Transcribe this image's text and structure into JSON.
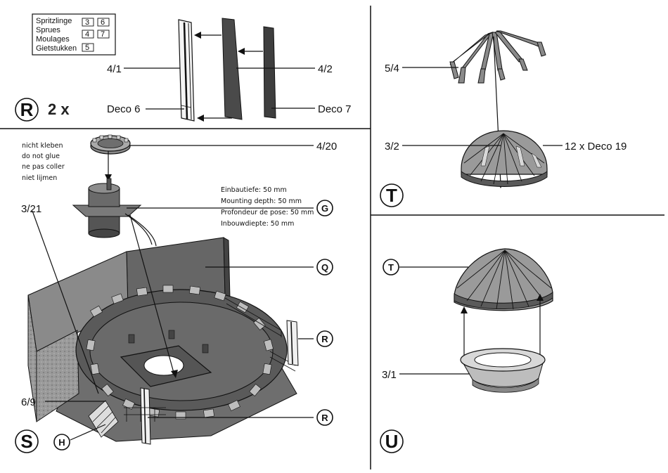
{
  "sprue_box": {
    "lines": [
      "Spritzlinge",
      "Sprues",
      "Moulages",
      "Gietstukken"
    ],
    "numbers": [
      "3",
      "6",
      "4",
      "7",
      "5"
    ]
  },
  "panel_r": {
    "step": "R",
    "multiplier": "2 x",
    "labels": {
      "part_a": "4/1",
      "part_b": "4/2",
      "deco_a": "Deco 6",
      "deco_b": "Deco 7"
    }
  },
  "panel_s": {
    "step": "S",
    "warning": [
      "nicht kleben",
      "do not glue",
      "ne pas coller",
      "niet lijmen"
    ],
    "mounting": [
      "Einbautiefe: 50 mm",
      "Mounting depth: 50 mm",
      "Profondeur de pose: 50 mm",
      "Inbouwdiepte: 50 mm"
    ],
    "labels": {
      "gear": "4/20",
      "rail": "3/21",
      "stair": "6/9"
    },
    "callouts": {
      "g": "G",
      "q": "Q",
      "r1": "R",
      "r2": "R",
      "h": "H"
    }
  },
  "panel_t": {
    "step": "T",
    "labels": {
      "frame": "5/4",
      "dome": "3/2",
      "deco": "12 x Deco 19"
    }
  },
  "panel_u": {
    "step": "U",
    "labels": {
      "ring": "3/1"
    },
    "callouts": {
      "t": "T"
    }
  },
  "colors": {
    "ink": "#111111",
    "part_gray": "#6e6e6e",
    "dark_gray": "#4a4a4a",
    "light_gray": "#bdbdbd"
  }
}
